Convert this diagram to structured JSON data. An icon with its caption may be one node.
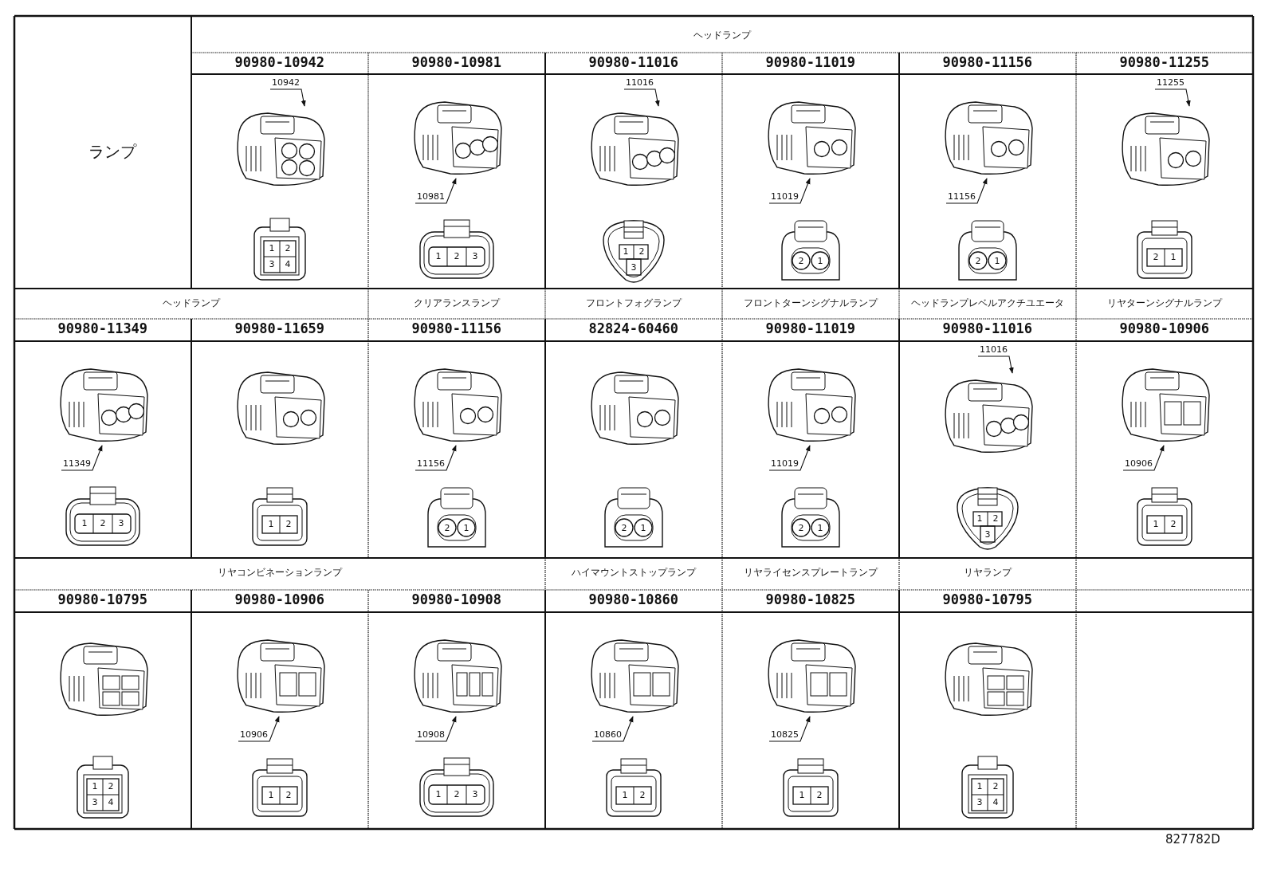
{
  "diagram": {
    "nodes": [
      {
        "text": [
          "10942"
        ]
      },
      {
        "text": [],
        "shape": "picture"
      },
      {
        "text": [
          "10981"
        ]
      },
      {
        "text": [],
        "shape": "picture"
      },
      {
        "text": [
          "11016"
        ]
      },
      {
        "text": [],
        "shape": "picture"
      },
      {
        "text": [
          "11019"
        ]
      },
      {
        "text": [],
        "shape": "picture"
      },
      {
        "text": [
          "11156"
        ]
      },
      {
        "text": [],
        "shape": "picture"
      },
      {
        "text": [
          "11255"
        ]
      },
      {
        "text": [],
        "shape": "picture"
      },
      {
        "text": [
          "11349"
        ]
      },
      {
        "text": [],
        "shape": "picture"
      },
      {
        "text": [
          "11156"
        ]
      },
      {
        "text": [],
        "shape": "picture"
      },
      {
        "text": [
          "11019"
        ]
      },
      {
        "text": [],
        "shape": "picture"
      },
      {
        "text": [
          "11016"
        ]
      },
      {
        "text": [],
        "shape": "picture"
      },
      {
        "text": [
          "10906"
        ]
      },
      {
        "text": [],
        "shape": "picture"
      },
      {
        "text": [
          "10906"
        ]
      },
      {
        "text": [],
        "shape": "picture"
      },
      {
        "text": [
          "10908"
        ]
      },
      {
        "text": [],
        "shape": "picture"
      },
      {
        "text": [
          "10860"
        ]
      },
      {
        "text": [],
        "shape": "picture"
      },
      {
        "text": [
          "10825"
        ]
      },
      {
        "text": [],
        "shape": "picture"
      }
    ],
    "edges": [
      {
        "from": 0,
        "to": 1,
        "arrow": "to"
      },
      {
        "from": 2,
        "to": 3,
        "arrow": "to"
      },
      {
        "from": 4,
        "to": 5,
        "arrow": "to"
      },
      {
        "from": 6,
        "to": 7,
        "arrow": "to"
      },
      {
        "from": 8,
        "to": 9,
        "arrow": "to"
      },
      {
        "from": 10,
        "to": 11,
        "arrow": "to"
      },
      {
        "from": 12,
        "to": 13,
        "arrow": "to"
      },
      {
        "from": 14,
        "to": 15,
        "arrow": "to"
      },
      {
        "from": 16,
        "to": 17,
        "arrow": "to"
      },
      {
        "from": 18,
        "to": 19,
        "arrow": "to"
      },
      {
        "from": 20,
        "to": 21,
        "arrow": "to"
      },
      {
        "from": 22,
        "to": 23,
        "arrow": "to"
      },
      {
        "from": 24,
        "to": 25,
        "arrow": "to"
      },
      {
        "from": 26,
        "to": 27,
        "arrow": "to"
      },
      {
        "from": 28,
        "to": 29,
        "arrow": "to"
      }
    ],
    "labels": [
      "ランプ",
      "ヘッドランプ",
      "90980-10942",
      "90980-10981",
      "90980-11016",
      "90980-11019",
      "90980-11156",
      "90980-11255",
      "1",
      "2",
      "3",
      "4",
      "1",
      "2",
      "3",
      "1",
      "2",
      "3",
      "2",
      "1",
      "2",
      "1",
      "2",
      "1",
      "ヘッドランプ",
      "クリアランスランプ",
      "フロントフォグランプ",
      "フロントターンシグナルランプ",
      "ヘッドランプレベルアクチユエータ",
      "リヤターンシグナルランプ",
      "90980-11349",
      "90980-11659",
      "90980-11156",
      "82824-60460",
      "90980-11019",
      "90980-11016",
      "90980-10906",
      "1",
      "2",
      "3",
      "1",
      "2",
      "2",
      "1",
      "2",
      "1",
      "2",
      "1",
      "1",
      "2",
      "3",
      "1",
      "2",
      "リヤコンビネーションランプ",
      "ハイマウントストップランプ",
      "リヤライセンスプレートランプ",
      "リヤランプ",
      "90980-10795",
      "90980-10906",
      "90980-10908",
      "90980-10860",
      "90980-10825",
      "90980-10795",
      "1",
      "2",
      "3",
      "4",
      "1",
      "2",
      "1",
      "2",
      "3",
      "1",
      "2",
      "1",
      "2",
      "1",
      "2",
      "3",
      "4",
      "827782D"
    ]
  }
}
